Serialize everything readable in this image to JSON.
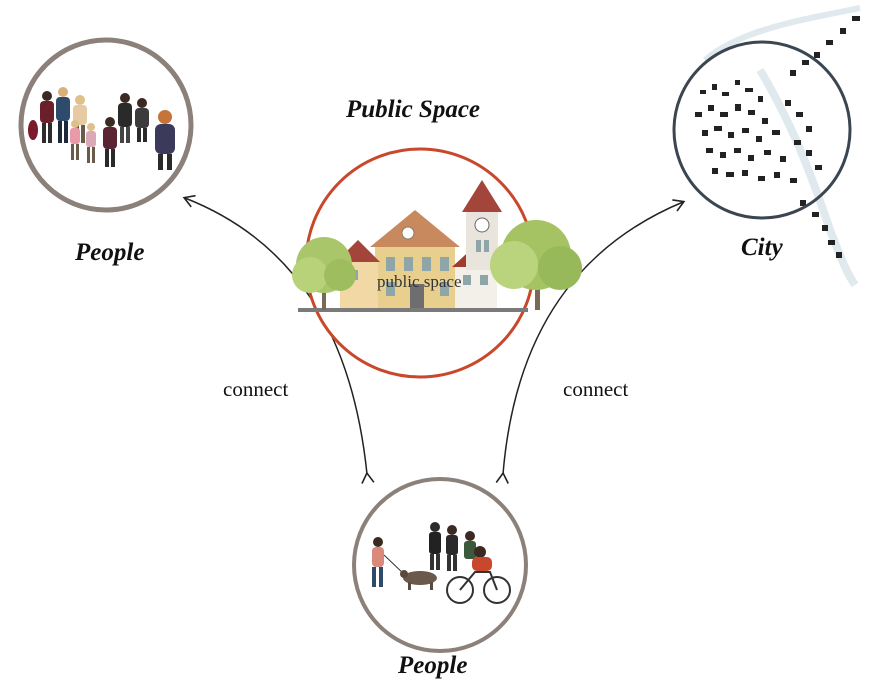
{
  "diagram": {
    "center_node": {
      "title": "Public Space",
      "inner_label": "public space",
      "ring_color": "#c9472a"
    },
    "left_node": {
      "title": "People",
      "ring_color": "#8c817a"
    },
    "right_node": {
      "title": "City",
      "ring_color": "#3b4650"
    },
    "bottom_node": {
      "title": "People",
      "ring_color": "#8c817a"
    },
    "left_edge_label": "connect",
    "right_edge_label": "connect"
  }
}
